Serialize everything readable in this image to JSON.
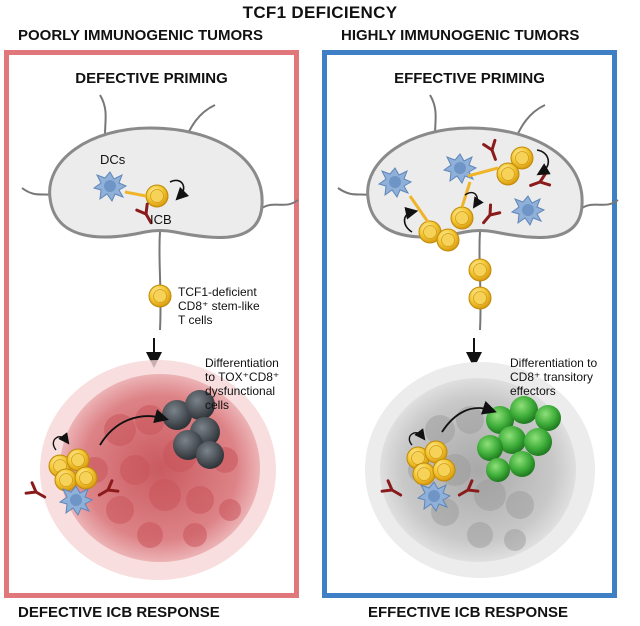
{
  "header": {
    "title": "TCF1 DEFICIENCY",
    "left_title": "POORLY IMMUNOGENIC TUMORS",
    "right_title": "HIGHLY IMMUNOGENIC TUMORS"
  },
  "left_panel": {
    "heading": "DEFECTIVE PRIMING",
    "dcs_label": "DCs",
    "icb_label": "ICB",
    "tcell_label_1": "TCF1-deficient",
    "tcell_label_2": "CD8⁺ stem-like",
    "tcell_label_3": "T cells",
    "diff_label_1": "Differentiation",
    "diff_label_2": "to TOX⁺CD8⁺",
    "diff_label_3": "dysfunctional",
    "diff_label_4": "cells",
    "footer": "DEFECTIVE ICB RESPONSE",
    "border_color": "#e0787b"
  },
  "right_panel": {
    "heading": "EFFECTIVE PRIMING",
    "diff_label_1": "Differentiation to",
    "diff_label_2": "CD8⁺ transitory",
    "diff_label_3": "effectors",
    "footer": "EFFECTIVE ICB RESPONSE",
    "border_color": "#3f7fc5"
  },
  "colors": {
    "t_cell": "#f2c230",
    "dc": "#8fb0d8",
    "antibody": "#8b1a1a",
    "dysfunctional_cell": "#4d5359",
    "effector_cell": "#3fae3a",
    "tumor_left": "#d9757a",
    "tumor_right": "#bdbdbd"
  }
}
